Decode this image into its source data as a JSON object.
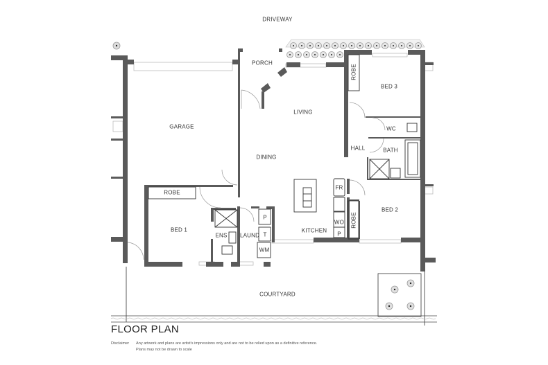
{
  "plan": {
    "title": "FLOOR PLAN",
    "disclaimer_label": "Disclaimer",
    "disclaimer_line1": "Any artwork and plans are artist's impressions only and are not to be relied upon as a definitive reference.",
    "disclaimer_line2": "Plans may not be drawn to scale"
  },
  "rooms": {
    "driveway": "DRIVEWAY",
    "porch": "PORCH",
    "garage": "GARAGE",
    "living": "LIVING",
    "dining": "DINING",
    "kitchen": "KITCHEN",
    "hall": "HALL",
    "bed1": "BED 1",
    "bed2": "BED 2",
    "bed3": "BED 3",
    "robe_bed1": "ROBE",
    "robe_bed2": "ROBE",
    "robe_bed3": "ROBE",
    "ens": "ENS",
    "laund": "LAUND",
    "wc": "WC",
    "bath": "BATH",
    "courtyard": "COURTYARD"
  },
  "fixtures": {
    "fridge": "FR",
    "wall_oven": "WO",
    "pantry_kitchen": "P",
    "pantry_laundry": "P",
    "tub": "T",
    "washing_machine": "WM"
  },
  "colors": {
    "wall": "#5a5a5a",
    "thin_line": "#333333",
    "window": "#bbbbbb",
    "shrub": "#9a9a9a"
  }
}
